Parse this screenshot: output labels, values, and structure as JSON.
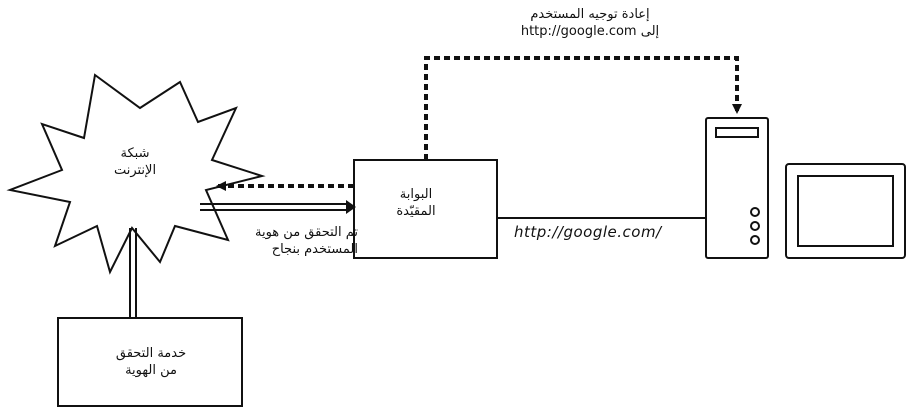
{
  "internet": {
    "line1": "شبكة",
    "line2": "الإنترنت"
  },
  "portal": {
    "line1": "البوابة",
    "line2": "المقيّدة"
  },
  "auth_service": {
    "line1": "خدمة التحقق",
    "line2": "من الهوية"
  },
  "redirect_note": {
    "line1": "إعادة توجيه المستخدم",
    "line2_prefix": "إلى",
    "line2_url": "http://google.com"
  },
  "auth_success": {
    "line1": "تم التحقق من هوية",
    "line2": "المستخدم بنجاح"
  },
  "request_url": "http://google.com/",
  "icons": [
    "cloud-icon",
    "tower-computer-icon",
    "monitor-icon"
  ]
}
